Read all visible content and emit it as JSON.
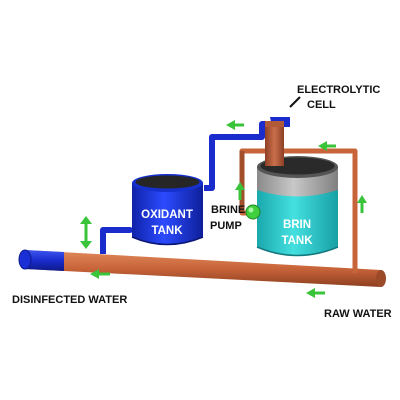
{
  "labels": {
    "electrolytic_line1": "ELECTROLYTIC",
    "electrolytic_line2": "CELL",
    "oxidant_line1": "OXIDANT",
    "oxidant_line2": "TANK",
    "brine_line1": "BRINE",
    "brine_line2": "PUMP",
    "brin_line1": "BRIN",
    "brin_line2": "TANK",
    "disinfected": "DISINFECTED WATER",
    "raw": "RAW WATER"
  },
  "colors": {
    "raw_pipe": "#c8643a",
    "oxidant_pipe": "#1a2ccc",
    "arrow": "#39c43a",
    "oxidant_tank": "#1633dd",
    "brin_tank": "#2fc7c7",
    "pump": "#3fcf3f",
    "cell": "#b85b3a"
  },
  "icons": {
    "flow_arrow": "arrow-icon",
    "pump": "pump-icon"
  }
}
